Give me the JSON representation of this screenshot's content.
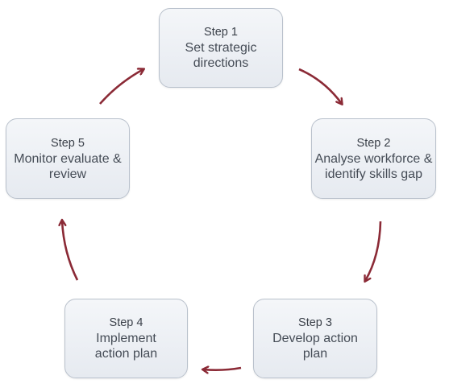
{
  "diagram": {
    "arrow_color": "#8b2a36",
    "steps": [
      {
        "number": "Step 1",
        "description": "Set strategic directions"
      },
      {
        "number": "Step 2",
        "description": "Analyse workforce & identify skills gap"
      },
      {
        "number": "Step 3",
        "description": "Develop action plan"
      },
      {
        "number": "Step 4",
        "description": "Implement action plan"
      },
      {
        "number": "Step 5",
        "description": "Monitor evaluate & review"
      }
    ]
  }
}
